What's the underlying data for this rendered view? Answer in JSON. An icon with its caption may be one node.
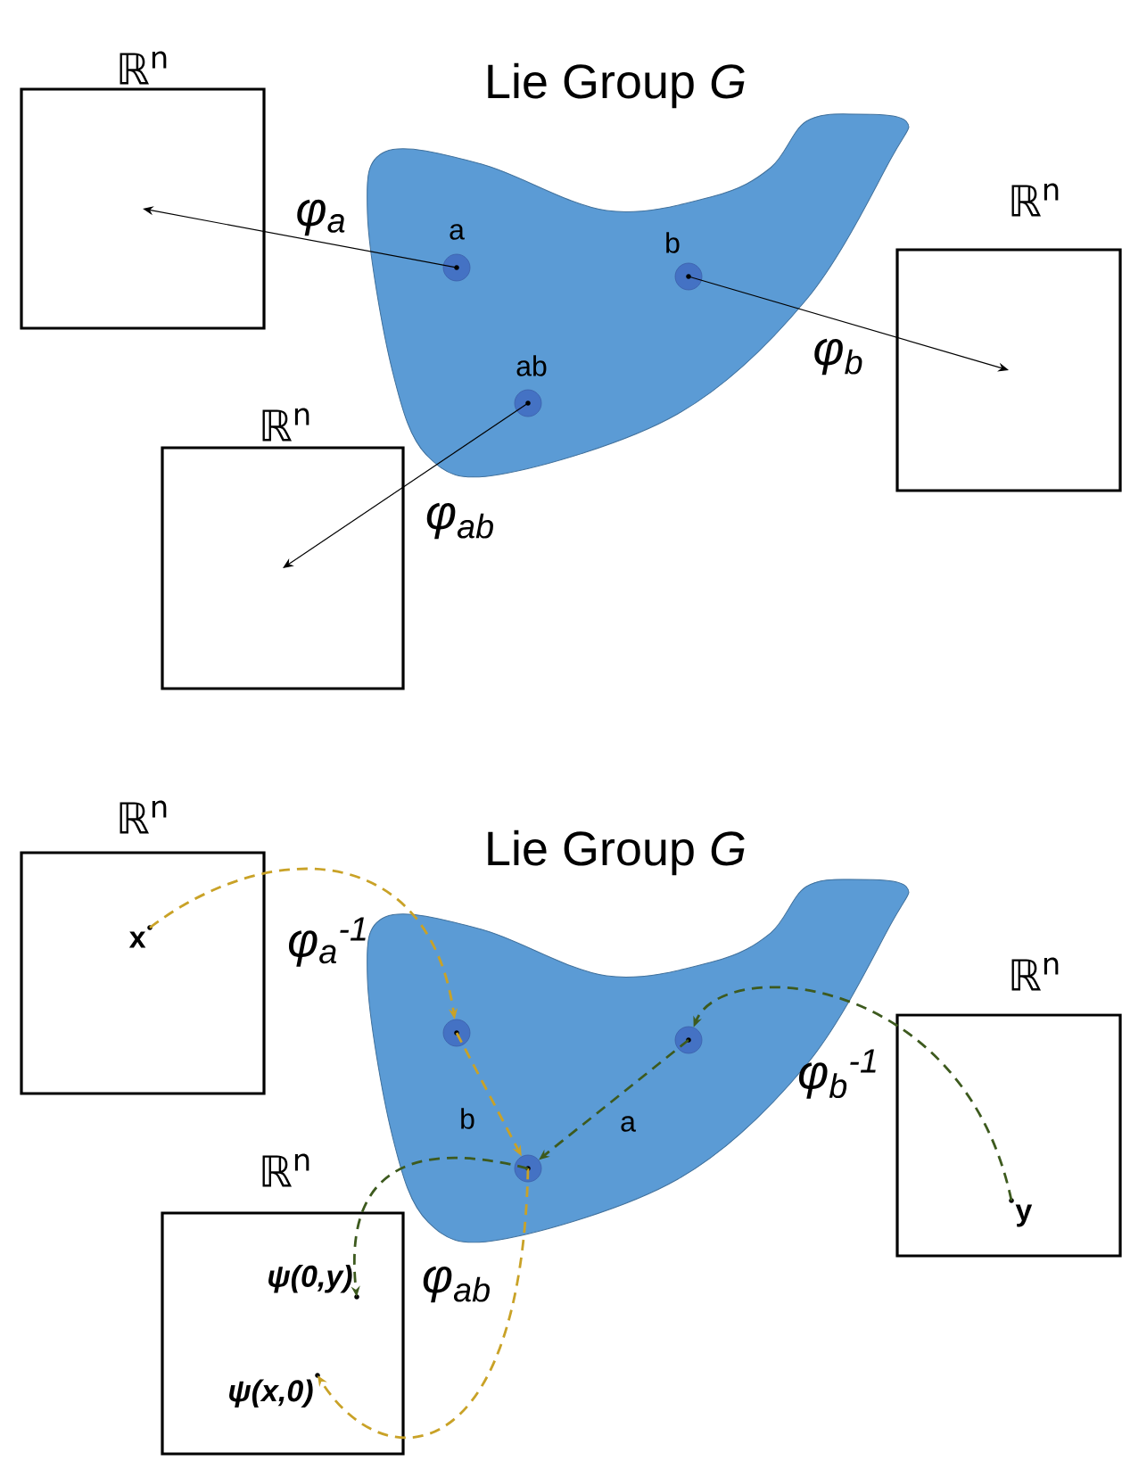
{
  "diagram": {
    "nodes": [
      {
        "text": [
          "Lie Group *G*"
        ]
      },
      {
        "text": [
          "ℝ$^{n}$"
        ]
      },
      {
        "text": [
          "ℝ$^{n}$"
        ]
      },
      {
        "text": [
          "ℝ$^{n}$"
        ]
      },
      {
        "text": [],
        "shape": "circle",
        "beside": [
          "a"
        ],
        "in": 0
      },
      {
        "text": [],
        "shape": "circle",
        "beside": [
          "b"
        ],
        "in": 0
      },
      {
        "text": [],
        "shape": "circle",
        "beside": [
          "ab"
        ],
        "in": 0
      },
      {
        "text": [
          "Lie Group *G*"
        ]
      },
      {
        "text": [
          "ℝ$^{n}$"
        ]
      },
      {
        "text": [
          "ℝ$^{n}$"
        ]
      },
      {
        "text": [
          "ℝ$^{n}$"
        ]
      },
      {
        "text": [],
        "shape": "circle",
        "in": 7
      },
      {
        "text": [],
        "shape": "circle",
        "in": 7
      },
      {
        "text": [],
        "shape": "circle",
        "in": 7
      },
      {
        "text": [
          "x"
        ],
        "in": 8
      },
      {
        "text": [
          "y"
        ],
        "in": 10
      },
      {
        "text": [
          "ψ(0,y)"
        ],
        "in": 9
      },
      {
        "text": [
          "ψ(x,0)"
        ],
        "in": 9
      }
    ],
    "edges": [
      {
        "from": 4,
        "to": 1,
        "arrow": "to",
        "label": "φ$_{a}$"
      },
      {
        "from": 5,
        "to": 3,
        "arrow": "to",
        "label": "φ$_{b}$"
      },
      {
        "from": 6,
        "to": 2,
        "arrow": "to",
        "label": "φ$_{ab}$"
      },
      {
        "from": 14,
        "to": 11,
        "arrow": "to",
        "label": "φ$_{a}$$^{-1}$",
        "style": "dashed",
        "color": "#c9a227"
      },
      {
        "from": 11,
        "to": 13,
        "arrow": "to",
        "label": "b",
        "style": "dashed",
        "color": "#c9a227"
      },
      {
        "from": 13,
        "to": 17,
        "arrow": "to",
        "label": "φ$_{ab}$",
        "style": "dashed",
        "color": "#c9a227"
      },
      {
        "from": 15,
        "to": 12,
        "arrow": "to",
        "label": "φ$_{b}$$^{-1}$",
        "style": "dashed",
        "color": "#3d5a1e"
      },
      {
        "from": 12,
        "to": 13,
        "arrow": "to",
        "label": "a",
        "style": "dashed",
        "color": "#3d5a1e"
      },
      {
        "from": 13,
        "to": 16,
        "arrow": "to",
        "style": "dashed",
        "color": "#3d5a1e"
      }
    ]
  }
}
